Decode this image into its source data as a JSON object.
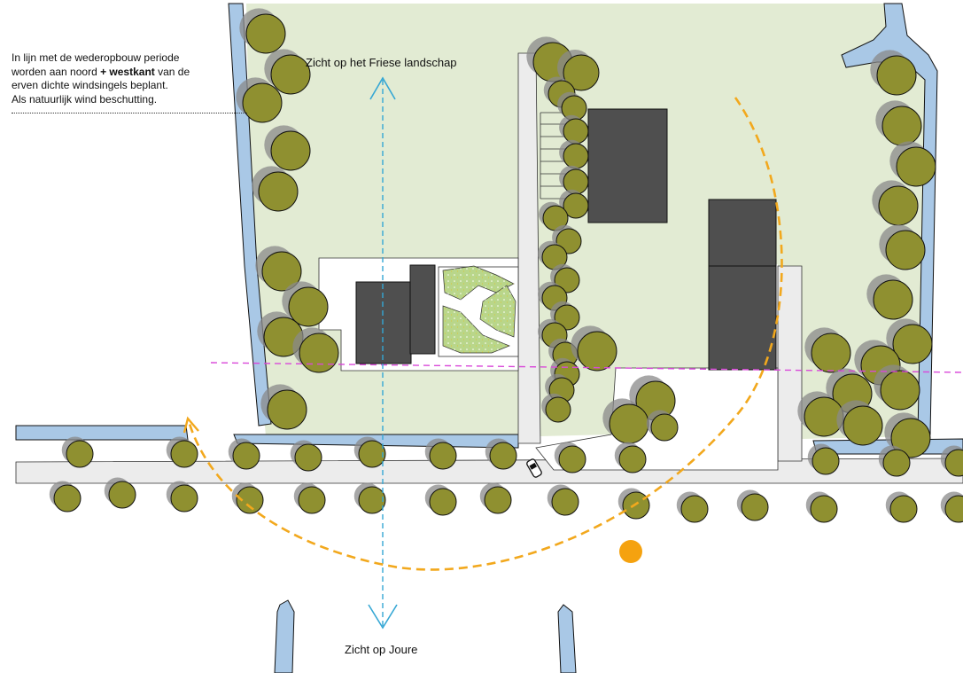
{
  "annotation": {
    "line1": "In lijn met de wederopbouw periode",
    "line2_pre": "worden aan noord ",
    "line2_bold": "+ westkant",
    "line2_post": " van de",
    "line3": "erven dichte windsingels beplant.",
    "line4": "Als natuurlijk wind beschutting."
  },
  "views": {
    "north": "Zicht op het Friese landschap",
    "south": "Zicht op Joure"
  },
  "colors": {
    "meadow": "#e2ebd3",
    "water": "#a9c8e6",
    "water_edge": "#111111",
    "road": "#ececec",
    "building": "#4f4f4f",
    "tree_fill": "#8f9030",
    "tree_shadow": "#8a8a8a",
    "sight_line": "#35a7d4",
    "sun_path": "#f2a81d",
    "sun": "#f5a20f",
    "section_line": "#d948d9",
    "garden": "#b9d68a"
  },
  "icons": {
    "sun": "sun-icon",
    "car": "car-icon"
  }
}
